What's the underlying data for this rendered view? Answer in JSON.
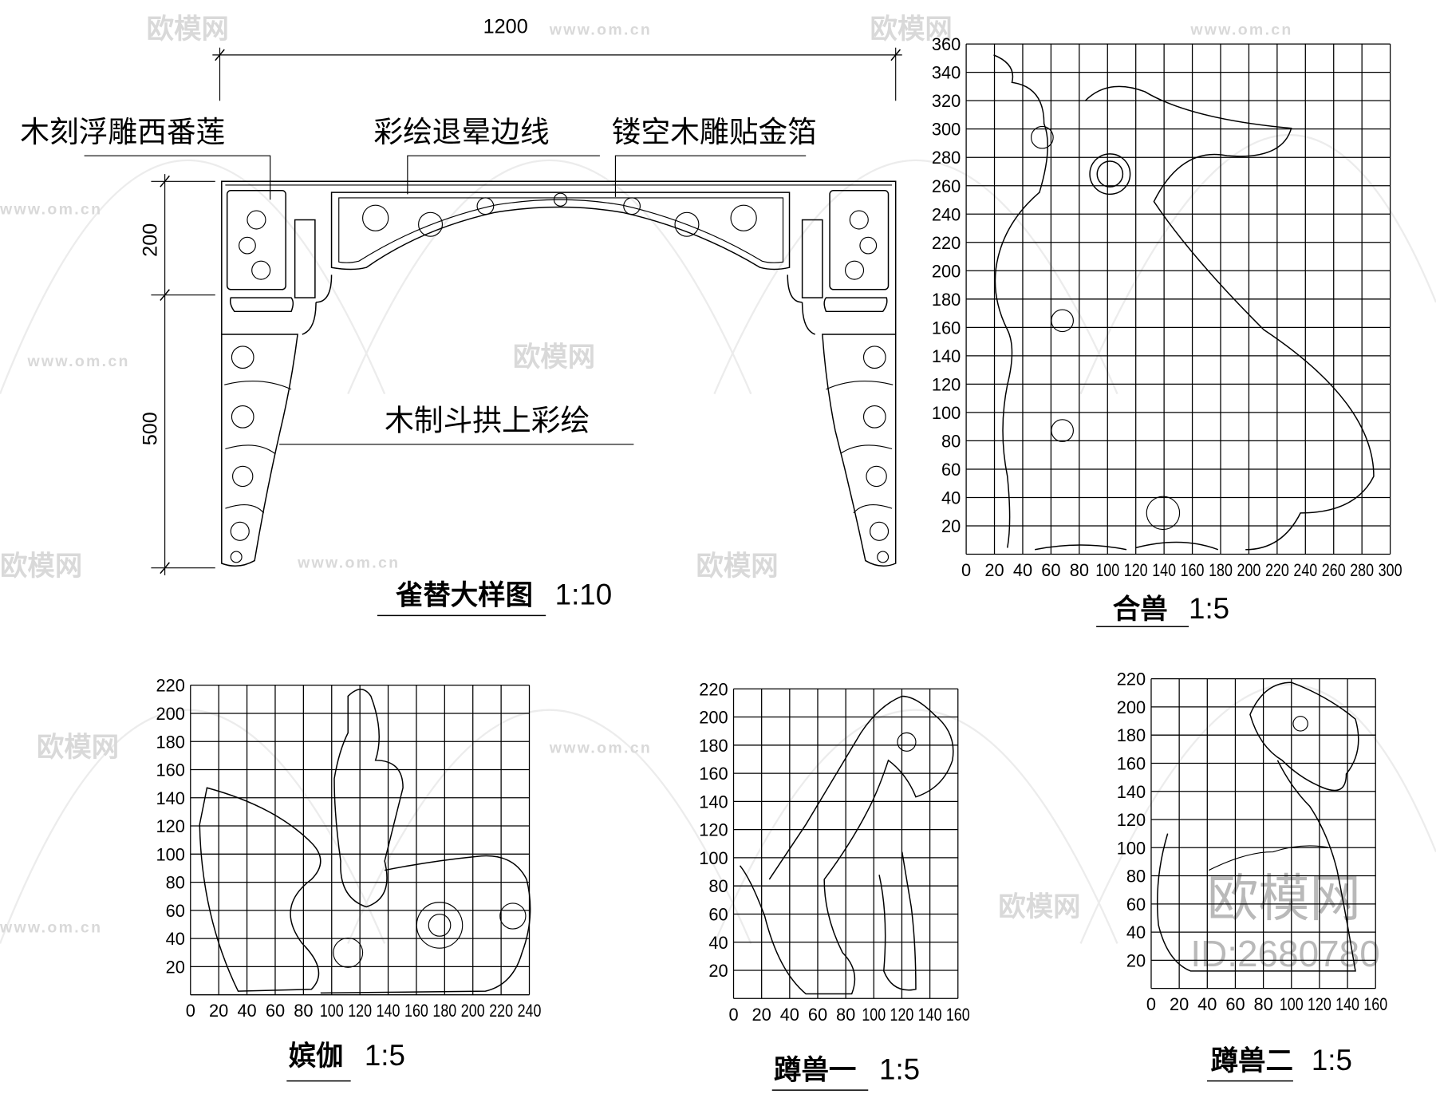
{
  "watermark": {
    "brand": "欧模网",
    "url": "www.om.cn",
    "id": "ID:2680780"
  },
  "queti": {
    "title": "雀替大样图",
    "scale": "1:10",
    "dimensions": {
      "width": "1200",
      "upper_height": "200",
      "lower_height": "500"
    },
    "annotations": {
      "left_panel": "木刻浮雕西番莲",
      "border": "彩绘退晕边线",
      "center": "镂空木雕贴金箔",
      "bracket": "木制斗拱上彩绘"
    }
  },
  "grids": [
    {
      "id": "heshou",
      "title": "合兽",
      "scale": "1:5",
      "x_ticks": [
        "0",
        "20",
        "40",
        "60",
        "80",
        "100",
        "120",
        "140",
        "160",
        "180",
        "200",
        "220",
        "240",
        "260",
        "280",
        "300"
      ],
      "y_ticks": [
        "20",
        "40",
        "60",
        "80",
        "100",
        "120",
        "140",
        "160",
        "180",
        "200",
        "220",
        "240",
        "260",
        "280",
        "300",
        "320",
        "340",
        "360"
      ]
    },
    {
      "id": "binjia",
      "title": "嫔伽",
      "scale": "1:5",
      "x_ticks": [
        "0",
        "20",
        "40",
        "60",
        "80",
        "100",
        "120",
        "140",
        "160",
        "180",
        "200",
        "220",
        "240"
      ],
      "y_ticks": [
        "20",
        "40",
        "60",
        "80",
        "100",
        "120",
        "140",
        "160",
        "180",
        "200",
        "220"
      ]
    },
    {
      "id": "dunshou1",
      "title": "蹲兽一",
      "scale": "1:5",
      "x_ticks": [
        "0",
        "20",
        "40",
        "60",
        "80",
        "100",
        "120",
        "140",
        "160"
      ],
      "y_ticks": [
        "20",
        "40",
        "60",
        "80",
        "100",
        "120",
        "140",
        "160",
        "180",
        "200",
        "220"
      ]
    },
    {
      "id": "dunshou2",
      "title": "蹲兽二",
      "scale": "1:5",
      "x_ticks": [
        "0",
        "20",
        "40",
        "60",
        "80",
        "100",
        "120",
        "140",
        "160"
      ],
      "y_ticks": [
        "20",
        "40",
        "60",
        "80",
        "100",
        "120",
        "140",
        "160",
        "180",
        "200",
        "220"
      ]
    }
  ]
}
